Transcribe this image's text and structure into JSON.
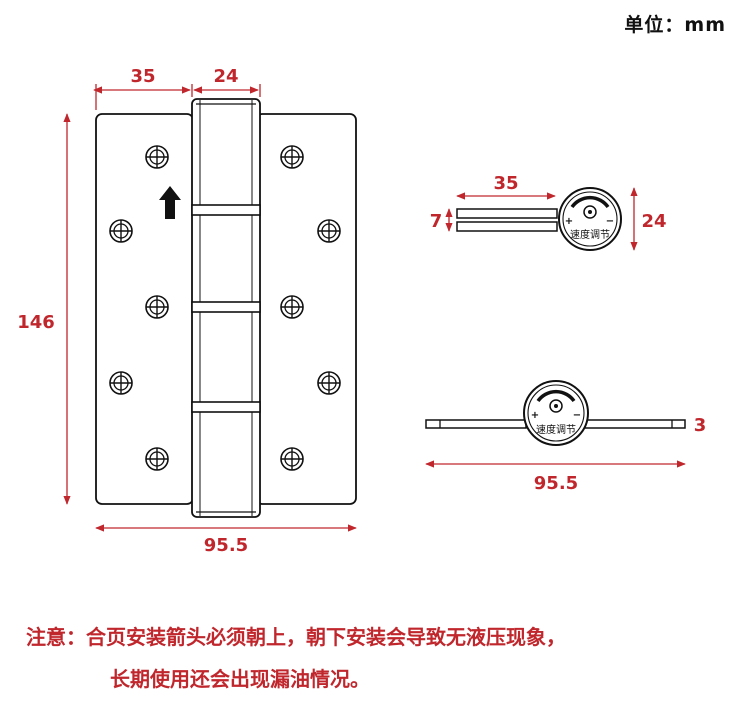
{
  "unit_label": "单位：mm",
  "dimensions": {
    "top_left_width": "35",
    "top_knuckle_width": "24",
    "total_height": "146",
    "bottom_total_width": "95.5",
    "side_leaf_width": "35",
    "side_leaf_gap": "7",
    "side_knob_dia": "24",
    "open_total_width": "95.5",
    "open_thickness": "3"
  },
  "knob_label": "速度调节",
  "knob_plus": "+",
  "knob_minus": "−",
  "note": {
    "prefix": "注意：",
    "line1": "合页安装箭头必须朝上，朝下安装会导致无液压现象，",
    "line2": "长期使用还会出现漏油情况。"
  },
  "colors": {
    "dimension": "#c0272d",
    "line": "#111111"
  }
}
